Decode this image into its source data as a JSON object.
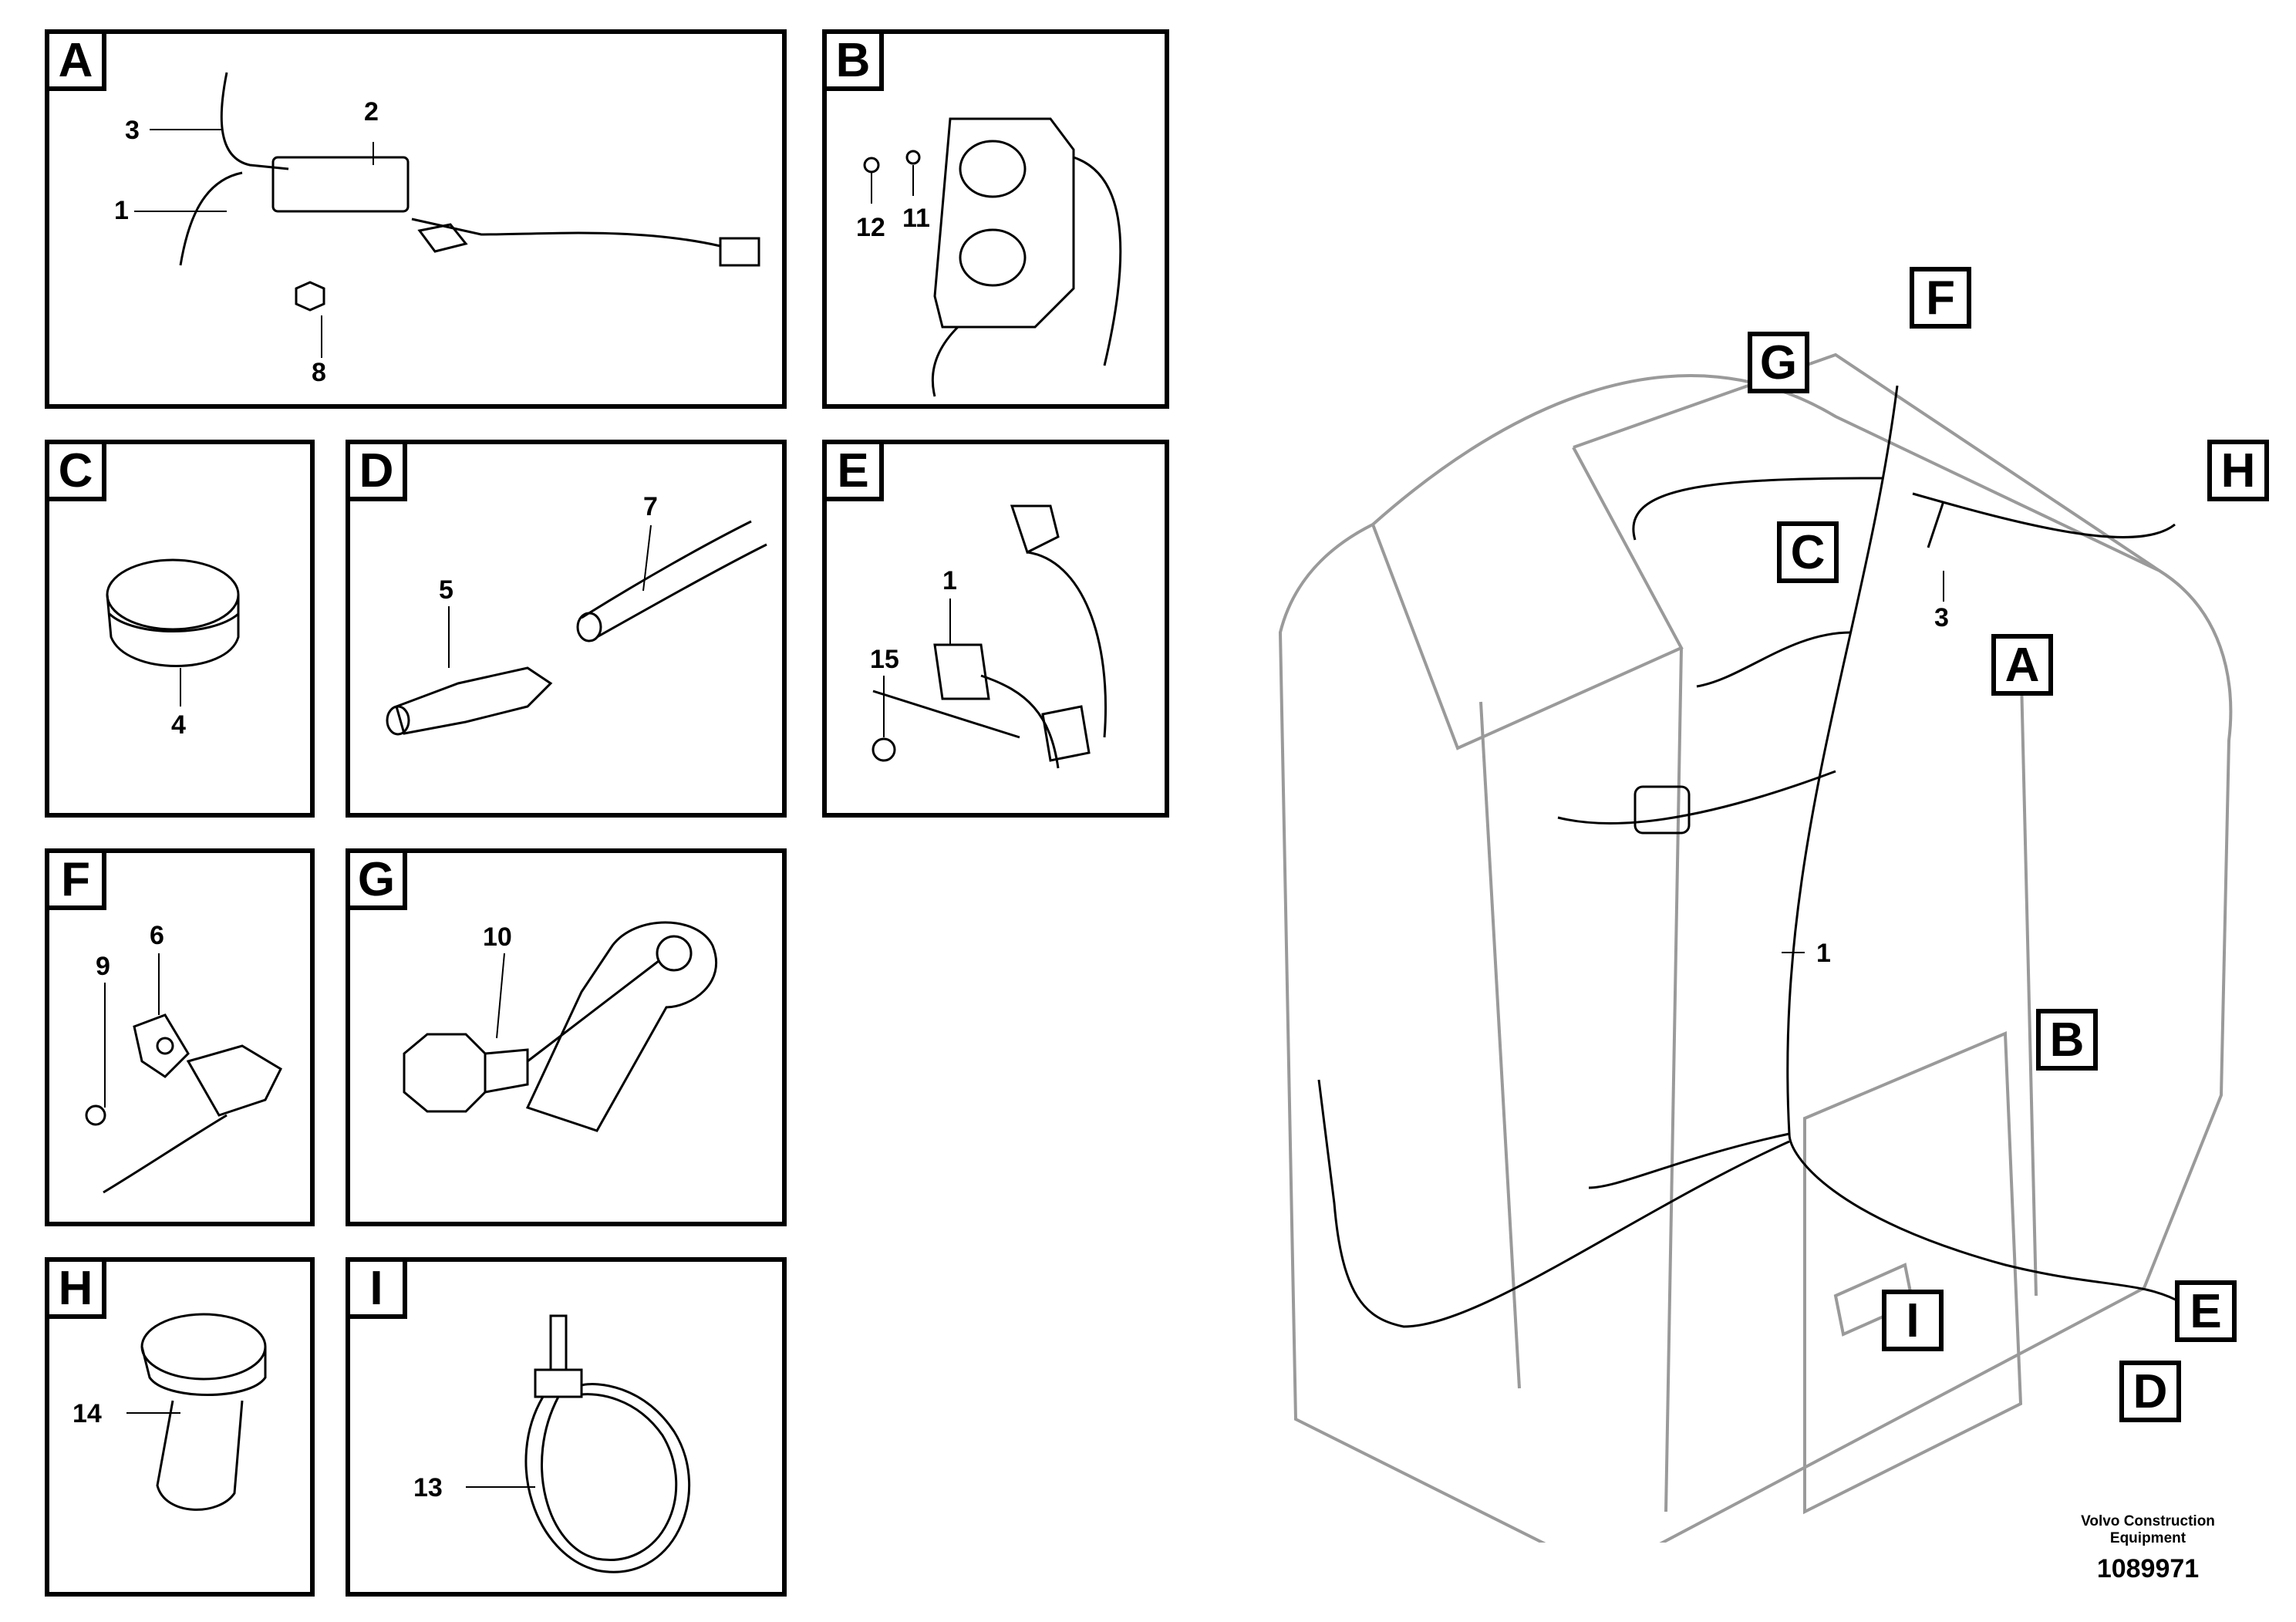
{
  "panels": {
    "A": {
      "letter": "A",
      "numbers": {
        "n3": "3",
        "n2": "2",
        "n1": "1",
        "n8": "8"
      }
    },
    "B": {
      "letter": "B",
      "numbers": {
        "n12": "12",
        "n11": "11"
      }
    },
    "C": {
      "letter": "C",
      "numbers": {
        "n4": "4"
      }
    },
    "D": {
      "letter": "D",
      "numbers": {
        "n7": "7",
        "n5": "5"
      }
    },
    "E": {
      "letter": "E",
      "numbers": {
        "n1": "1",
        "n15": "15"
      }
    },
    "F": {
      "letter": "F",
      "numbers": {
        "n6": "6",
        "n9": "9"
      }
    },
    "G": {
      "letter": "G",
      "numbers": {
        "n10": "10"
      }
    },
    "H": {
      "letter": "H",
      "numbers": {
        "n14": "14"
      }
    },
    "I": {
      "letter": "I",
      "numbers": {
        "n13": "13"
      }
    }
  },
  "main": {
    "callouts": {
      "A": "A",
      "B": "B",
      "C": "C",
      "D": "D",
      "E": "E",
      "F": "F",
      "G": "G",
      "H": "H",
      "I": "I"
    },
    "numbers": {
      "n1": "1",
      "n3": "3"
    }
  },
  "footer": {
    "brand_line1": "Volvo Construction",
    "brand_line2": "Equipment",
    "part_number": "1089971"
  },
  "colors": {
    "ink": "#000000",
    "paper": "#ffffff",
    "outline_gray": "#9a9a9a"
  }
}
